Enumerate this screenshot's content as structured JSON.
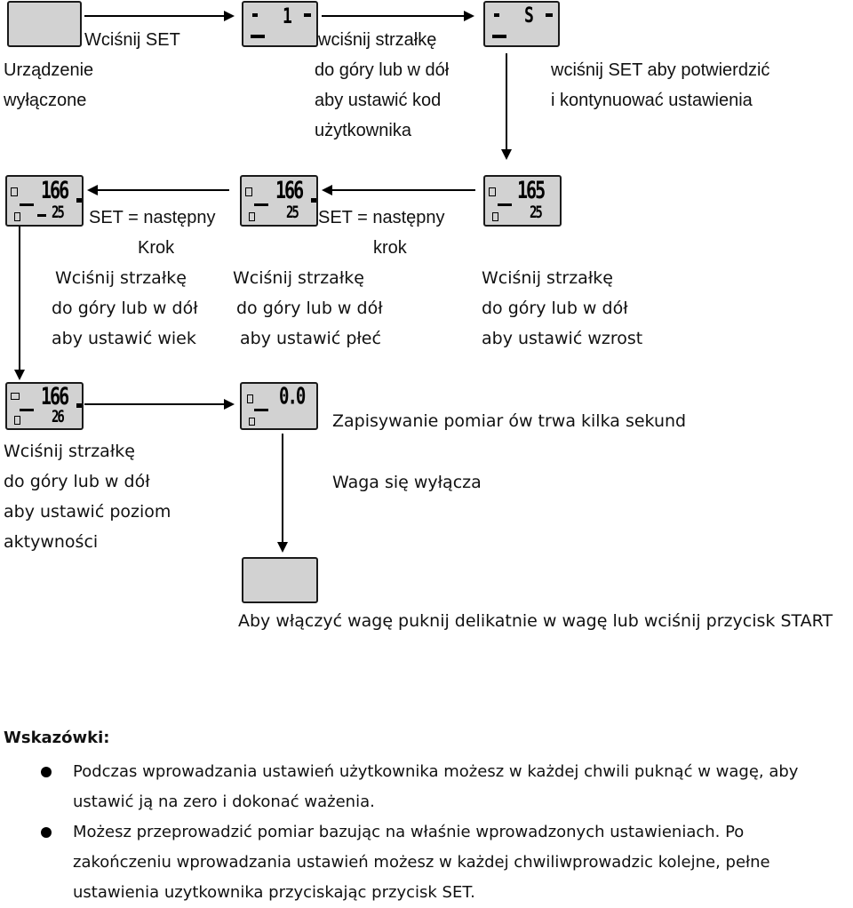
{
  "screens": {
    "s1": {
      "digits_top": "",
      "digits_bottom": ""
    },
    "s2": {
      "digits_top": "1"
    },
    "s3": {
      "digits_top": "S"
    },
    "s4": {
      "digits_top": "166",
      "digits_bottom": "25"
    },
    "s5": {
      "digits_top": "166",
      "digits_bottom": "25"
    },
    "s6": {
      "digits_top": "165",
      "digits_bottom": "25"
    },
    "s7": {
      "digits_top": "166",
      "digits_bottom": "26"
    },
    "s8": {
      "digits_top": "0.0"
    },
    "s9": {
      "digits_top": ""
    }
  },
  "labels": {
    "wcisnij_set": "Wciśnij SET",
    "urzadzenie": "Urządzenie",
    "wylaczone": "wyłączone",
    "s2_l1": "wciśnij strzałkę",
    "s2_l2": "do góry lub w dół",
    "s2_l3": "aby ustawić kod",
    "s2_l4": "użytkownika",
    "s3_l1": "wciśnij SET aby potwierdzić",
    "s3_l2": "i kontynuować ustawienia",
    "set_nastepny_1": "SET = następny",
    "krok_1": "Krok",
    "set_nastepny_2": "SET = następny",
    "krok_2": "krok",
    "age_l1": "Wciśnij strzałkę",
    "age_l2": "do góry lub w dół",
    "age_l3": "aby ustawić wiek",
    "sex_l1": "Wciśnij strzałkę",
    "sex_l2": "do góry lub w dół",
    "sex_l3": "aby ustawić płeć",
    "height_l1": "Wciśnij strzałkę",
    "height_l2": "do góry lub w dół",
    "height_l3": "aby ustawić wzrost",
    "act_l1": "Wciśnij strzałkę",
    "act_l2": "do góry lub w dół",
    "act_l3": "aby ustawić poziom",
    "act_l4": "aktywności",
    "saving": "Zapisywanie pomiar ów trwa kilka sekund",
    "off": "Waga się wyłącza",
    "turn_on": "Aby włączyć wagę puknij delikatnie w wagę lub wciśnij przycisk START"
  },
  "hints": {
    "title": "Wskazówki:",
    "b1_l1": "Podczas wprowadzania ustawień użytkownika możesz w każdej chwili puknąć w wagę, aby",
    "b1_l2": "ustawić ją na zero i dokonać ważenia.",
    "b2_l1": "Możesz przeprowadzić pomiar bazując na właśnie wprowadzonych ustawieniach. Po",
    "b2_l2": "zakończeniu wprowadzania ustawień możesz w każdej chwiliwprowadzic kolejne, pełne",
    "b2_l3": "ustawienia uzytkownika przyciskając przycisk SET."
  }
}
